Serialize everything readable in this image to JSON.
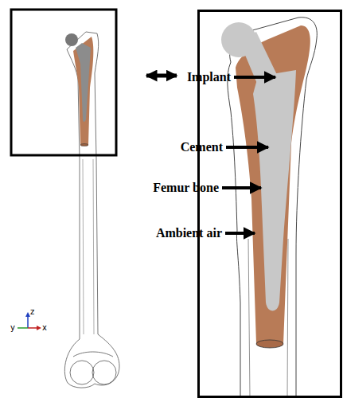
{
  "diagram": {
    "labels": [
      "Implant",
      "Cement",
      "Femur bone",
      "Ambient air",
      "z",
      "y",
      "x"
    ]
  }
}
